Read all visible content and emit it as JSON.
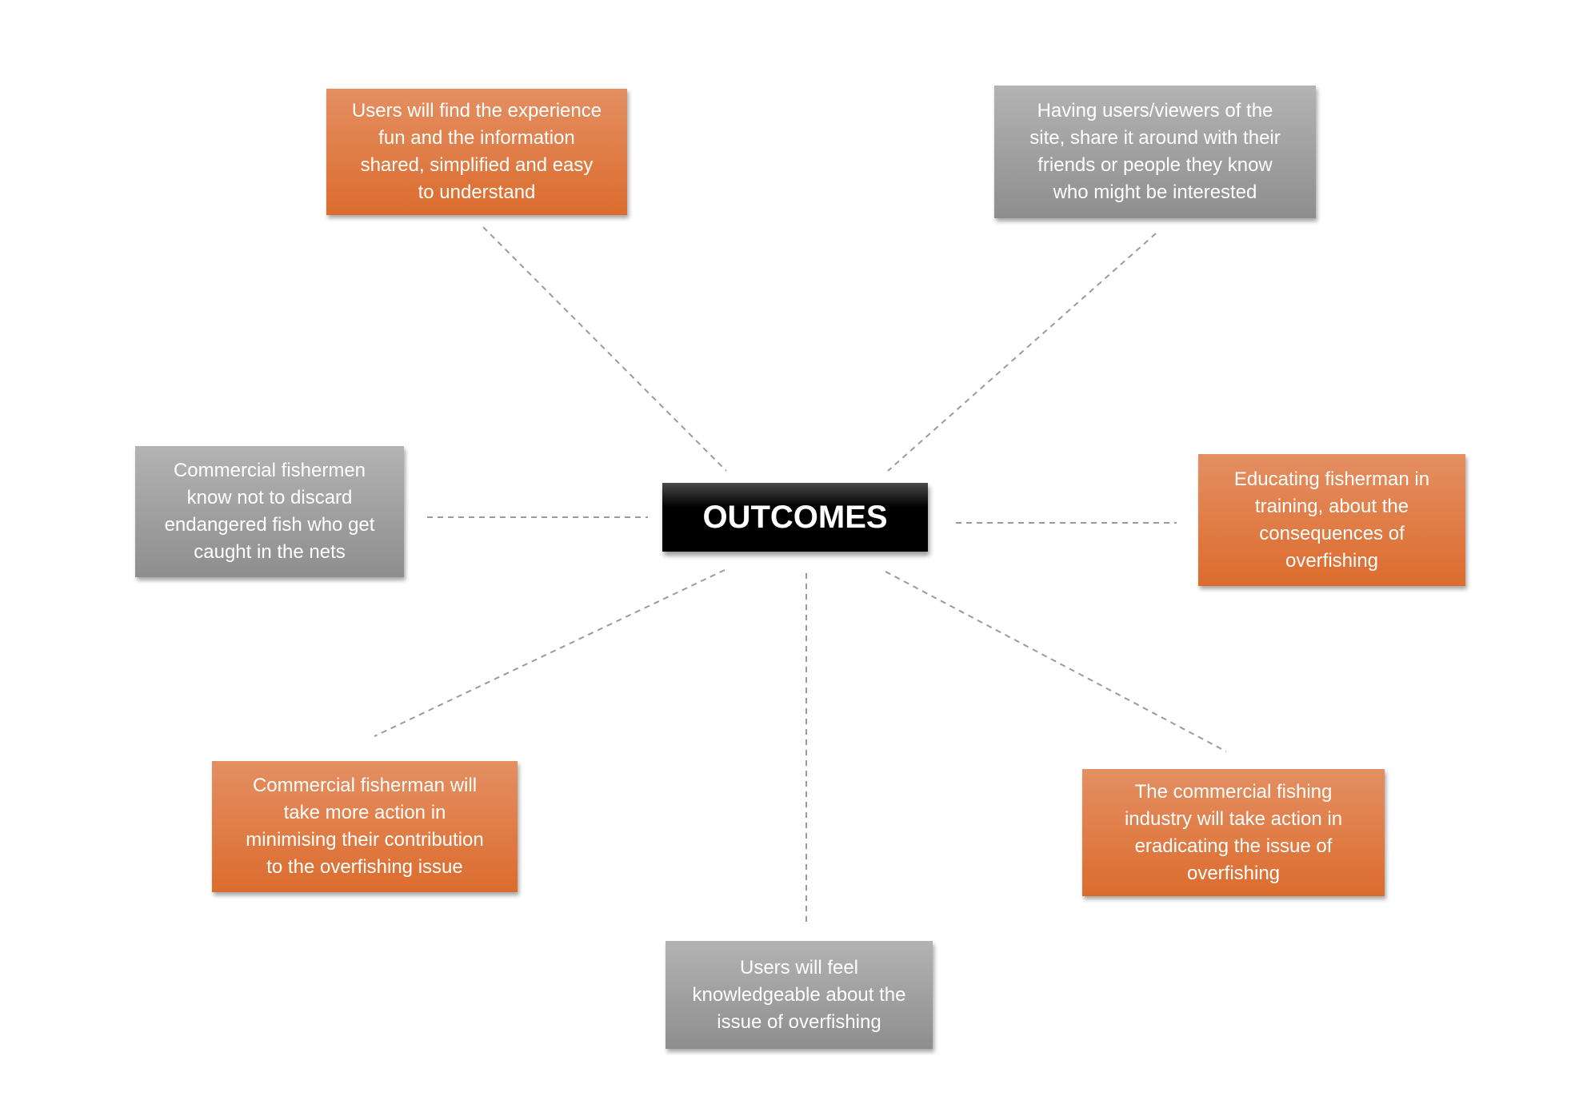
{
  "center": {
    "label": "OUTCOMES"
  },
  "colors": {
    "orange": "#dc6c2e",
    "grey": "#9e9e9e",
    "center": "#000000",
    "connector": "#999999"
  },
  "outcomes": [
    {
      "color": "orange",
      "lines": [
        "Users will find the experience",
        "fun and the information",
        "shared, simplified and easy",
        "to understand"
      ]
    },
    {
      "color": "grey",
      "lines": [
        "Having users/viewers of the",
        "site, share it around with their",
        "friends or people they know",
        "who might be interested"
      ]
    },
    {
      "color": "grey",
      "lines": [
        "Commercial fishermen",
        "know not to discard",
        "endangered fish who get",
        "caught in the nets"
      ]
    },
    {
      "color": "orange",
      "lines": [
        "Educating fisherman in",
        "training, about the",
        "consequences of",
        "overfishing"
      ]
    },
    {
      "color": "orange",
      "lines": [
        "Commercial fisherman will",
        "take more action in",
        "minimising their contribution",
        "to the overfishing issue"
      ]
    },
    {
      "color": "orange",
      "lines": [
        "The commercial fishing",
        "industry will take action in",
        "eradicating the issue of",
        "overfishing"
      ]
    },
    {
      "color": "grey",
      "lines": [
        "Users will feel",
        "knowledgeable about the",
        "issue of overfishing"
      ]
    }
  ]
}
